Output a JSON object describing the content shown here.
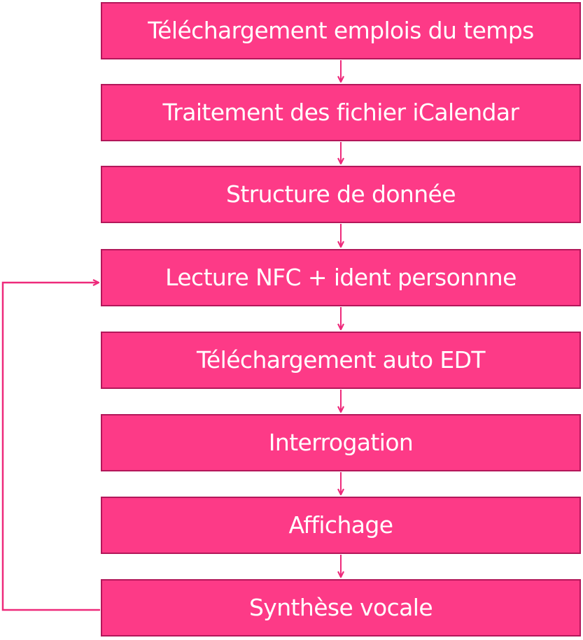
{
  "diagram": {
    "steps": [
      {
        "label": "Téléchargement emplois du  temps"
      },
      {
        "label": "Traitement des fichier iCalendar"
      },
      {
        "label": "Structure de donnée"
      },
      {
        "label": "Lecture NFC + ident personnne"
      },
      {
        "label": "Téléchargement auto EDT"
      },
      {
        "label": "Interrogation"
      },
      {
        "label": "Affichage"
      },
      {
        "label": "Synthèse vocale"
      }
    ],
    "colors": {
      "box_fill": "#fd3a87",
      "box_border": "#b3175a",
      "text": "#ffffff",
      "arrow": "#ee2a7b"
    }
  }
}
